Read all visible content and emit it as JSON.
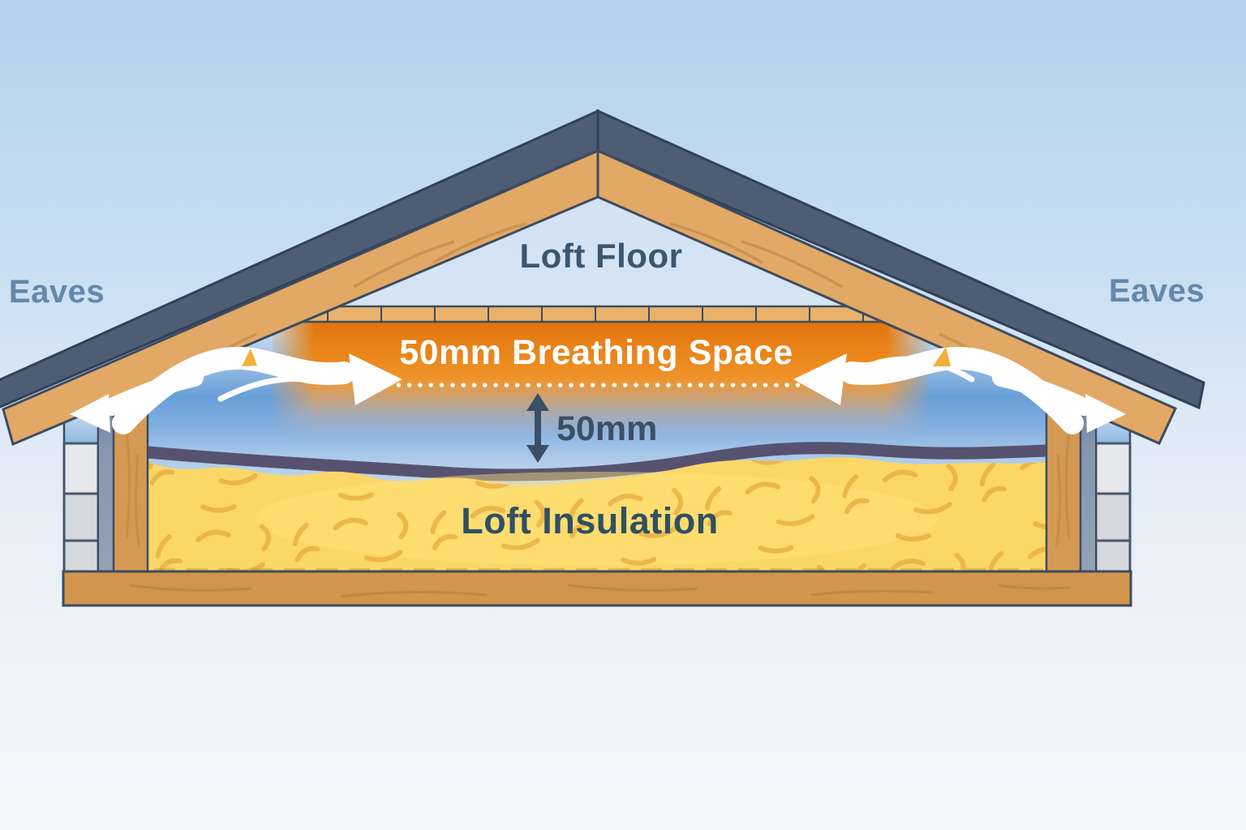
{
  "labels": {
    "loft_floor": "Loft Floor",
    "eaves_left": "Eaves",
    "eaves_right": "Eaves",
    "breathing_space": "50mm Breathing Space",
    "gap_measurement": "50mm",
    "loft_insulation": "Loft Insulation"
  },
  "colors": {
    "sky_top": "#b2d1ee",
    "sky_bottom": "#f3f6f9",
    "roof_covering": "#4d5d73",
    "wood_rafter": "#e2a865",
    "wood_joist": "#d1954e",
    "wood_post": "#d49a55",
    "floorboards": "#e9b26a",
    "breathing_space_orange": "#e8821a",
    "interior_sky_blue": "#699fd8",
    "insulation_yellow": "#fbd768",
    "insulation_strand": "#eab043",
    "insulation_membrane": "#565270",
    "wall_block": "#d5d8dc",
    "wall_lining": "#8596ae",
    "airflow_white": "#ffffff",
    "label_dark": "#3d566e",
    "label_eaves": "#6487ac",
    "label_measure": "#3b4f66",
    "label_insulation": "#2f5062",
    "label_on_orange": "#ffffff"
  }
}
